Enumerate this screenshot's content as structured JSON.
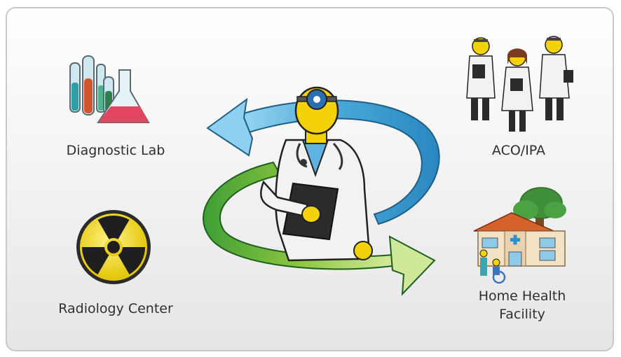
{
  "nodes": {
    "lab": {
      "label": "Diagnostic Lab",
      "icon": "lab-flasks-icon"
    },
    "aco": {
      "label": "ACO/IPA",
      "icon": "physicians-group-icon"
    },
    "radiology": {
      "label": "Radiology Center",
      "icon": "radiation-icon"
    },
    "home_health": {
      "label_line1": "Home Health",
      "label_line2": "Facility",
      "icon": "home-health-building-icon"
    },
    "center": {
      "icon": "physician-icon"
    }
  },
  "colors": {
    "blue_arrow": "#4aa9d8",
    "green_arrow": "#8cc63f",
    "radiation_yellow": "#f2d600",
    "skin_yellow": "#f4d20a"
  }
}
